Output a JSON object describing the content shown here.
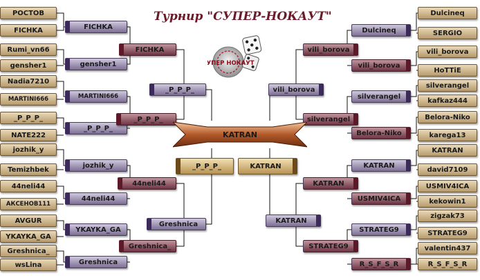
{
  "title": "Турнир \"СУПЕР-НОКАУТ\"",
  "logo_text": "СУПЕР НОКАУТ",
  "champion": "KATRAN",
  "final": {
    "left": "_P_P_P_",
    "right": "KATRAN"
  },
  "left": {
    "r0": [
      "РОСТОВ",
      "FICHKA",
      "Rumi_vn66",
      "gensher1",
      "Nadia7210",
      "MARTINI666",
      "_P_P_P_",
      "NATE222",
      "jozhik_y",
      "Temizhbek",
      "44neli44",
      "АКСЕНОВ111",
      "AVGUR",
      "YKAYKA_GA",
      "Greshnica_",
      "wsLina"
    ],
    "r1": [
      "FICHKA",
      "gensher1",
      "MARTINI666",
      "_P_P_P_",
      "jozhik_y",
      "44neli44",
      "YKAYKA_GA",
      "Greshnica"
    ],
    "r2": [
      "FICHKA",
      "_P_P_P_",
      "44neli44",
      "Greshnica_"
    ],
    "r3": [
      "_P_P_P_",
      "Greshnica"
    ]
  },
  "right": {
    "r0": [
      "Dulcineq",
      "SERGIO",
      "vili_borova",
      "HoTTiE",
      "silverangel",
      "kafkaz444",
      "Belora-Niko",
      "karega13",
      "KATRAN",
      "david7109",
      "USMIV4ICA",
      "kekowin1",
      "zigzak73",
      "STRATEG9",
      "valentin437",
      "R_S_F_S_R"
    ],
    "r1": [
      "Dulcineq",
      "vili_borova",
      "silverangel",
      "Belora-Niko",
      "KATRAN",
      "USMIV4ICA",
      "STRATEG9",
      "R_S_F_S_R"
    ],
    "r2": [
      "vili_borova",
      "silverangel",
      "KATRAN",
      "STRATEG9"
    ],
    "r3": [
      "vili_borova",
      "KATRAN"
    ]
  }
}
